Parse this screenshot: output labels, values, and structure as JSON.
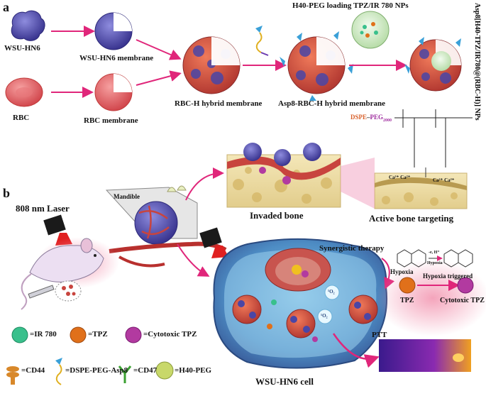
{
  "panel_a": {
    "letter": "a",
    "wsu_label": "WSU-HN6",
    "rbc_label": "RBC",
    "wsu_membrane_label": "WSU-HN6 membrane",
    "rbc_membrane_label": "RBC membrane",
    "hybrid_label": "RBC-H hybrid membrane",
    "asp8_label": "Asp8-RBC-H hybrid membrane",
    "np_title": "H40-PEG loading TPZ/IR 780 NPs",
    "final_label": "Asp8[H40-TPZ/IR780@(RBC-H)] NPs"
  },
  "panel_b": {
    "letter": "b",
    "laser_label": "808 nm Laser",
    "mandible_label": "Mandible",
    "invaded_bone_label": "Invaded bone",
    "active_targeting_label": "Active bone targeting",
    "chem_dspe": "DSPE",
    "chem_peg": "PEG",
    "chem_peg_sub": "2000",
    "calcium_a": "Ca²⁺ Ca²⁺",
    "calcium_b": "Ca²⁺ Ca²⁺",
    "synergistic_label": "Synergistic therapy",
    "hypoxia_label": "Hypoxia",
    "hypoxia_triggered_label": "Hypoxia triggered",
    "tpz_label": "TPZ",
    "cytotoxic_tpz_label": "Cytotoxic TPZ",
    "reaction_top": "-e, H⁺",
    "reaction_bottom": "Hypoxia",
    "ptt_label": "PTT",
    "cell_label": "WSU-HN6 cell",
    "ros_label": "¹O₂"
  },
  "legend": {
    "ir780": "=IR 780",
    "tpz": "=TPZ",
    "cytotoxic_tpz": "=Cytotoxic TPZ",
    "cd44": "=CD44",
    "dspe_peg_asp8": "=DSPE-PEG-Asp8",
    "cd47": "=CD47",
    "h40_peg": "=H40-PEG"
  },
  "colors": {
    "membrane_red": "#e0553e",
    "membrane_blue": "#4a46a6",
    "arrow_pink": "#e0267a",
    "ir780_green": "#39c08c",
    "tpz_orange": "#e0701a",
    "cytotoxic_purple": "#b23aa0",
    "cell_blue": "#4f8fc4"
  }
}
